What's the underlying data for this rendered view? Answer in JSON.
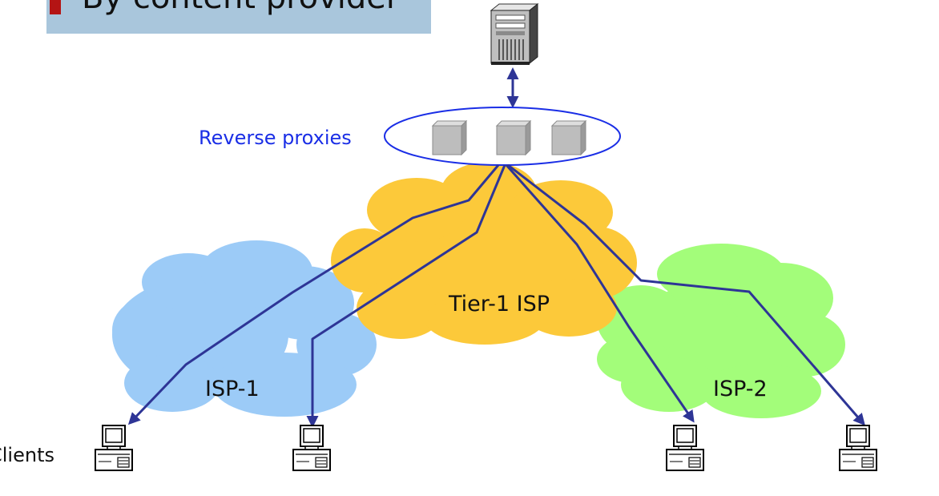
{
  "slide": {
    "bullet_text": "By content provider"
  },
  "labels": {
    "reverse_proxies": "Reverse proxies",
    "tier1": "Tier-1 ISP",
    "isp1": "ISP-1",
    "isp2": "ISP-2",
    "clients": "Clients"
  },
  "colors": {
    "bullet_highlight": "#a9c6dc",
    "bullet_marker": "#b41414",
    "proxy_label": "#1a2ee6",
    "link_line": "#2e3596",
    "tier1_cloud": "#fcc93a",
    "isp1_cloud": "#9ccbf7",
    "isp2_cloud": "#a3fd7a",
    "ellipse_stroke": "#1a2ee6"
  },
  "icons": {
    "origin_server": "server-tower-icon",
    "proxy": "proxy-cube-icon",
    "client": "desktop-computer-icon"
  }
}
